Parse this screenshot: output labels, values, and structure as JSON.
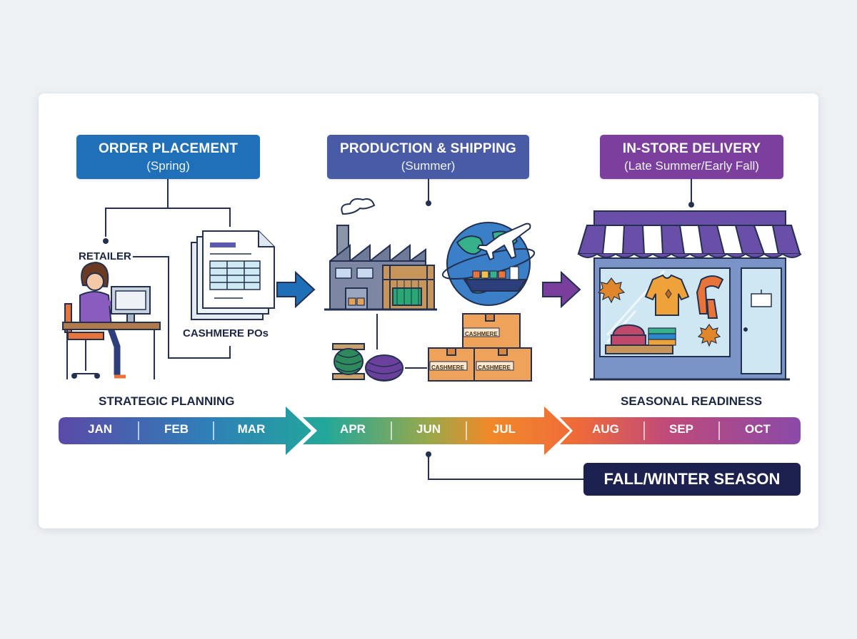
{
  "phases": [
    {
      "title": "ORDER PLACEMENT",
      "subtitle": "(Spring)"
    },
    {
      "title": "PRODUCTION & SHIPPING",
      "subtitle": "(Summer)"
    },
    {
      "title": "IN-STORE DELIVERY",
      "subtitle": "(Late Summer/Early Fall)"
    }
  ],
  "labels": {
    "retailer": "RETAILER",
    "cashmere_pos": "CASHMERE POs",
    "strategic_planning": "STRATEGIC PLANNING",
    "seasonal_readiness": "SEASONAL READINESS",
    "box_label": "CASHMERE"
  },
  "timeline": {
    "months": [
      "JAN",
      "FEB",
      "MAR",
      "APR",
      "JUN",
      "JUL",
      "AUG",
      "SEP",
      "OCT"
    ],
    "colors": {
      "start": "#5a4aa8",
      "mid_teal": "#22a89a",
      "mid_orange": "#f07a2a",
      "end": "#8a4aa8"
    }
  },
  "season_banner": "FALL/WINTER SEASON",
  "icons": [
    "retailer-at-desk-icon",
    "purchase-order-documents-icon",
    "factory-icon",
    "globe-airplane-ship-icon",
    "yarn-spools-icon",
    "cashmere-boxes-icon",
    "storefront-icon"
  ]
}
